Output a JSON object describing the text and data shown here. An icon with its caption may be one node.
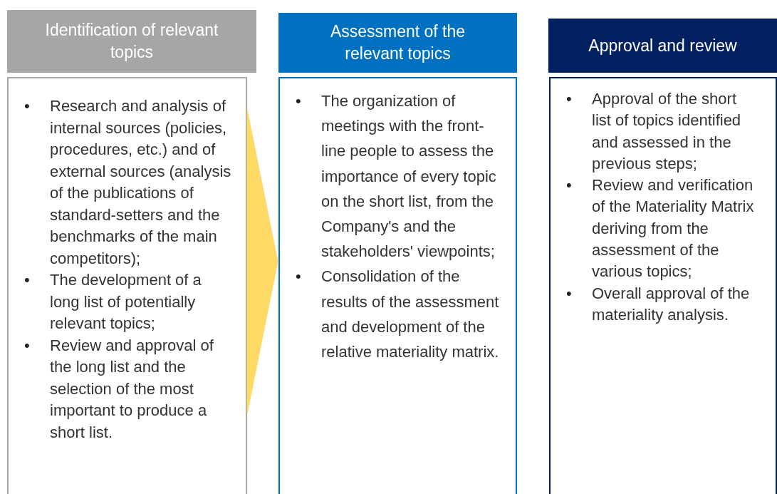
{
  "diagram": {
    "nodes": [
      {
        "text": [
          "Identification of relevant topics"
        ]
      },
      {
        "text": [
          "•",
          "Research and analysis of internal sources (policies, procedures, etc.) and of external sources (analysis of the publications of standard-setters and the benchmarks of the main competitors);",
          "•",
          "The development of a long list of potentially relevant topics;",
          "•",
          "Review and approval of the long list and the selection of the most important to produce a short list."
        ]
      },
      {
        "text": [
          "Assessment of the relevant topics"
        ]
      },
      {
        "text": [
          "•",
          "The organization of meetings with the front-line people to assess the importance of every topic on the short list, from the Company's and the stakeholders' viewpoints;",
          "•",
          "Consolidation of the results of the assessment and development of the relative materiality matrix."
        ]
      },
      {
        "text": [
          "Approval and review"
        ]
      },
      {
        "text": [
          "•",
          "Approval of the short list of topics identified and assessed in the previous steps;",
          "•",
          "Review and verification of the Materiality Matrix deriving from the assessment of the various topics;",
          "•",
          "Overall approval of the materiality analysis."
        ]
      }
    ],
    "edges": [
      {
        "from": 1,
        "to": 3,
        "arrow": "to"
      }
    ]
  }
}
